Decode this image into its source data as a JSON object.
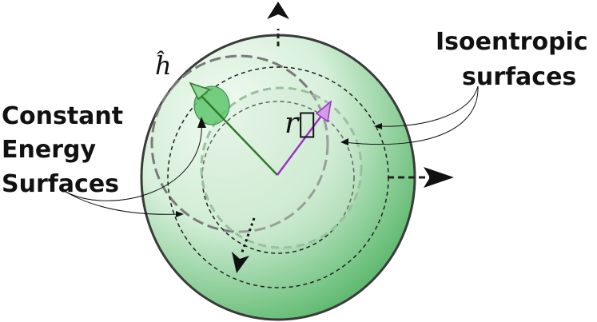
{
  "labels": {
    "isoentropic_line1": "Isoentropic",
    "isoentropic_line2": "surfaces",
    "constant_line1": "Constant",
    "constant_line2": "Energy",
    "constant_line3": "Surfaces",
    "h_hat": "ĥ",
    "r_vec": "r⃗"
  },
  "colors": {
    "sphere_light": "#f4fbf5",
    "sphere_mid": "#bfe6c4",
    "sphere_dark": "#4fb563",
    "outline": "#3a3a3a",
    "h_arrow": "#2f7a2f",
    "r_arrow": "#9b32c8",
    "blob": "#5ec56c"
  }
}
